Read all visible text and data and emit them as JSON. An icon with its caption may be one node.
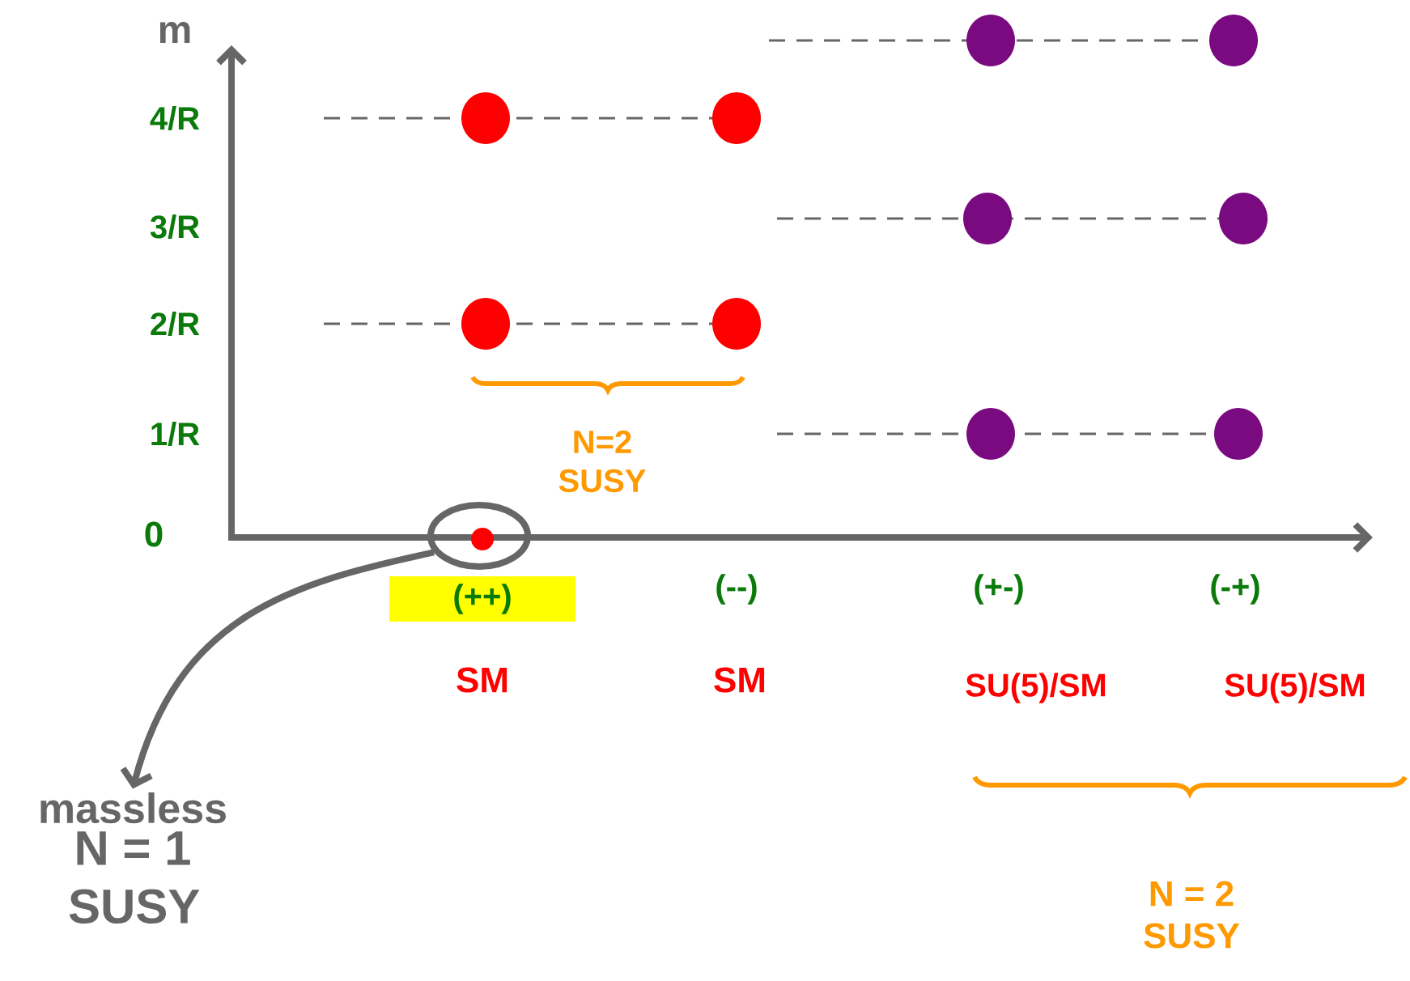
{
  "diagram": {
    "nodes": [
      {
        "text": [],
        "shape": "circle"
      },
      {
        "text": [
          "massless",
          "N = 1 SUSY"
        ]
      }
    ],
    "edges": [
      {
        "from": 0,
        "to": 1,
        "arrow": "to"
      }
    ],
    "labels": [
      "m",
      "4/R",
      "3/R",
      "2/R",
      "N=2 SUSY",
      "1/R",
      "0",
      "(++)",
      "(--)",
      "(+-)",
      "(-+)",
      "SM",
      "SM",
      "SU(5)/SM",
      "SU(5)/SM",
      "N = 2 SUSY"
    ]
  }
}
